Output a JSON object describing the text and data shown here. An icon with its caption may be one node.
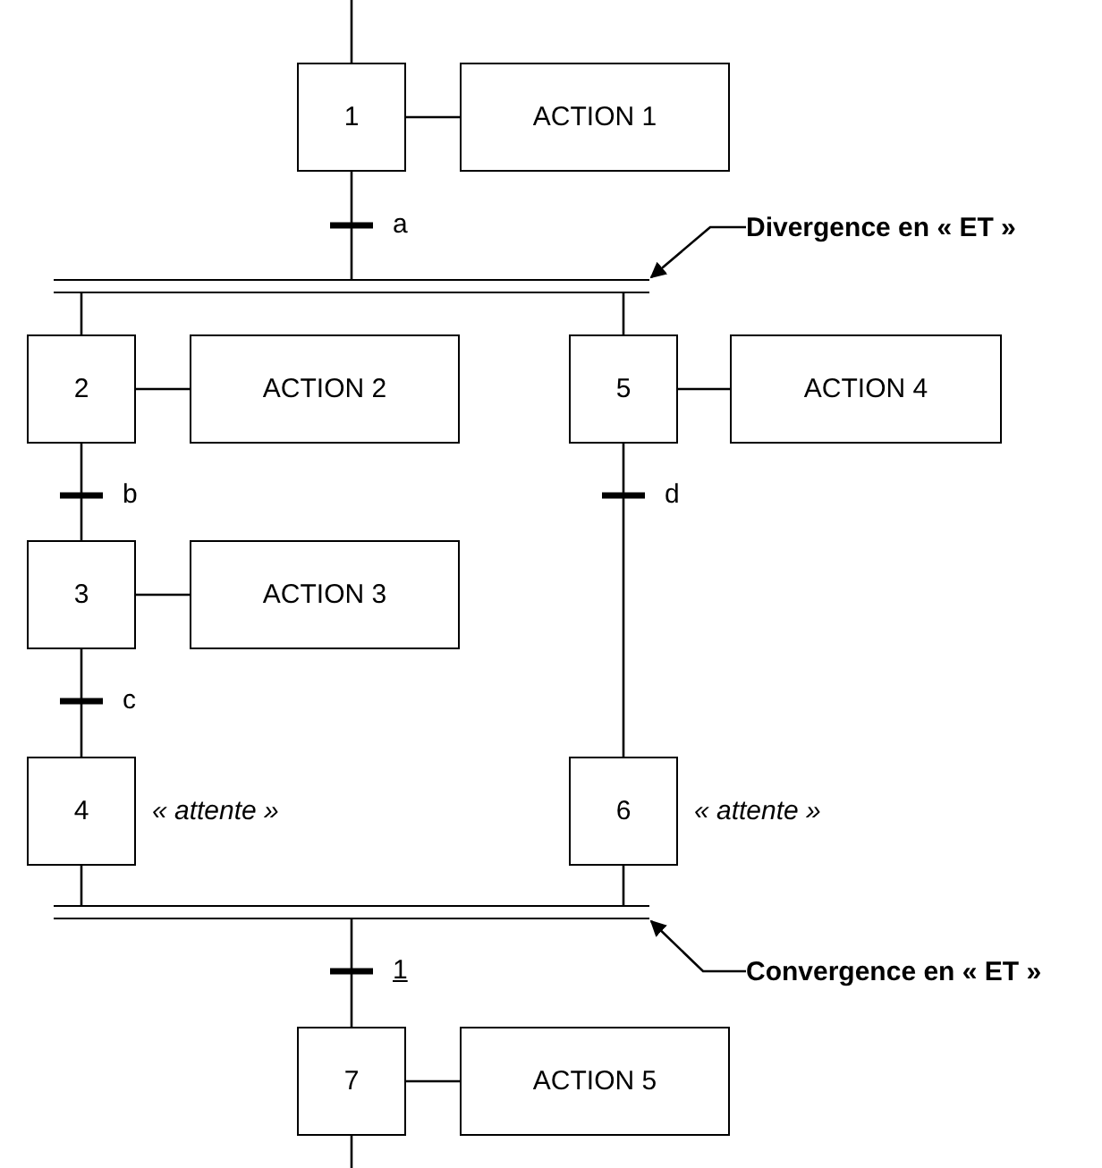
{
  "diagram": {
    "nodes": [
      {
        "text": [
          "1"
        ]
      },
      {
        "text": [
          "ACTION 1"
        ]
      },
      {
        "text": [],
        "shape": "bar"
      },
      {
        "text": [
          "Divergence en « ET »"
        ]
      },
      {
        "text": [
          "2"
        ]
      },
      {
        "text": [
          "ACTION 2"
        ]
      },
      {
        "text": [
          "5"
        ]
      },
      {
        "text": [
          "ACTION 4"
        ]
      },
      {
        "text": [
          "3"
        ]
      },
      {
        "text": [
          "ACTION 3"
        ]
      },
      {
        "text": [
          "4"
        ],
        "beside": [
          "« attente »"
        ]
      },
      {
        "text": [
          "6"
        ],
        "beside": [
          "« attente »"
        ]
      },
      {
        "text": [],
        "shape": "bar"
      },
      {
        "text": [
          "Convergence en « ET »"
        ]
      },
      {
        "text": [
          "7"
        ]
      },
      {
        "text": [
          "ACTION 5"
        ]
      }
    ],
    "edges": [
      {
        "from": null,
        "to": 0,
        "arrow": "none"
      },
      {
        "from": 0,
        "to": 1,
        "arrow": "none"
      },
      {
        "from": 0,
        "to": 2,
        "arrow": "none",
        "label": "a"
      },
      {
        "from": 2,
        "to": 4,
        "arrow": "none"
      },
      {
        "from": 2,
        "to": 6,
        "arrow": "none"
      },
      {
        "from": 4,
        "to": 5,
        "arrow": "none"
      },
      {
        "from": 4,
        "to": 8,
        "arrow": "none",
        "label": "b"
      },
      {
        "from": 6,
        "to": 7,
        "arrow": "none"
      },
      {
        "from": 6,
        "to": 11,
        "arrow": "none",
        "label": "d"
      },
      {
        "from": 8,
        "to": 9,
        "arrow": "none"
      },
      {
        "from": 8,
        "to": 10,
        "arrow": "none",
        "label": "c"
      },
      {
        "from": 10,
        "to": 12,
        "arrow": "none"
      },
      {
        "from": 11,
        "to": 12,
        "arrow": "none"
      },
      {
        "from": 12,
        "to": 14,
        "arrow": "none",
        "label": "1"
      },
      {
        "from": 14,
        "to": 15,
        "arrow": "none"
      },
      {
        "from": 14,
        "to": null,
        "arrow": "none"
      },
      {
        "from": 3,
        "to": 2,
        "arrow": "to"
      },
      {
        "from": 13,
        "to": 12,
        "arrow": "to"
      }
    ]
  }
}
